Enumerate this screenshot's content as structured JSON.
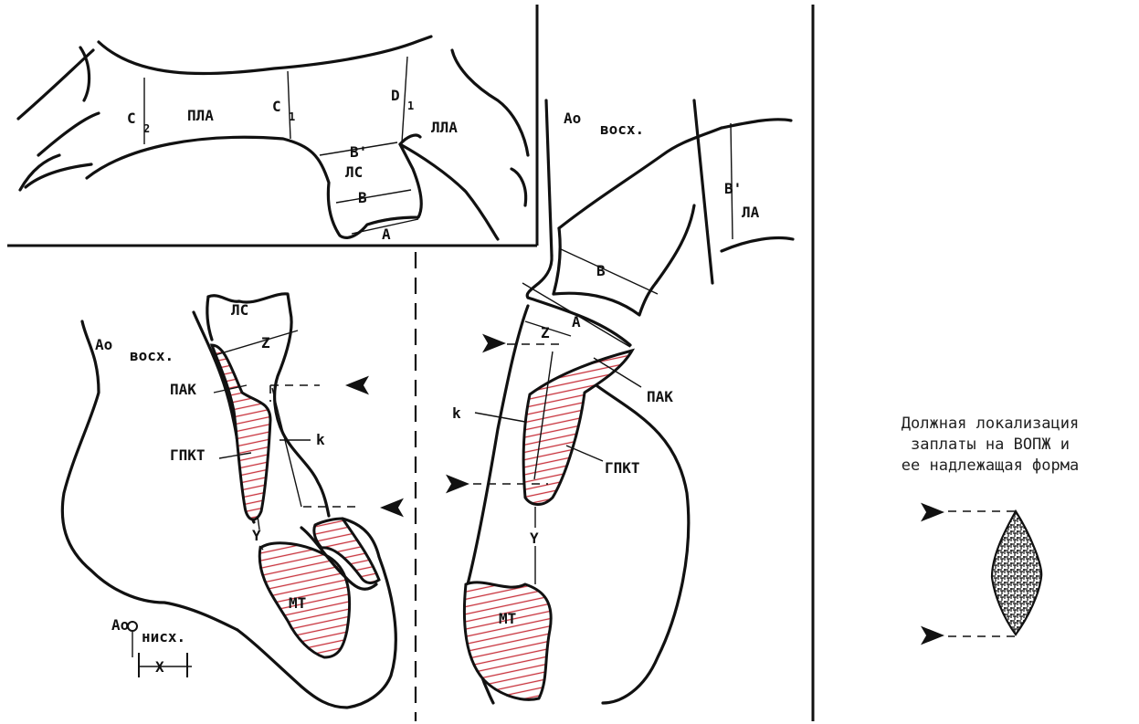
{
  "labels": {
    "pla": "ПЛА",
    "lla": "ЛЛА",
    "c2": "C",
    "c2_sub": "2",
    "c1": "C",
    "c1_sub": "1",
    "d1": "D",
    "d1_sub": "1",
    "b_prime_top": "B'",
    "ls_top": "ЛС",
    "b_top": "B",
    "a_top": "A",
    "ao_asc_right": "Ao",
    "ao_asc_right_sub": "восх.",
    "b_prime_right": "B'",
    "la_right": "ЛА",
    "b_right": "B",
    "a_right": "A",
    "z_right": "Z",
    "pak_right": "ПАК",
    "k_right": "k",
    "gpkt_right": "ГПКТ",
    "y_right": "Y",
    "mt_right": "МТ",
    "ls_left": "ЛС",
    "ao_asc_left": "Ao",
    "ao_asc_left_sub": "восх.",
    "z_left": "Z",
    "pak_left": "ПАК",
    "k_left": "k",
    "gpkt_left": "ГПКТ",
    "y_left": "Y",
    "mt_left": "МТ",
    "ao_desc": "Ao",
    "ao_desc_sub": "нисх.",
    "x_left": "X"
  },
  "caption": {
    "line1": "Должная локализация",
    "line2": "заплаты на ВОПЖ и",
    "line3": "ее надлежащая форма"
  },
  "colors": {
    "ink": "#111111",
    "hatch": "#c8323c",
    "background": "#ffffff"
  },
  "icons": {
    "arrowhead": "arrowhead-icon",
    "patch": "patch-icon"
  }
}
